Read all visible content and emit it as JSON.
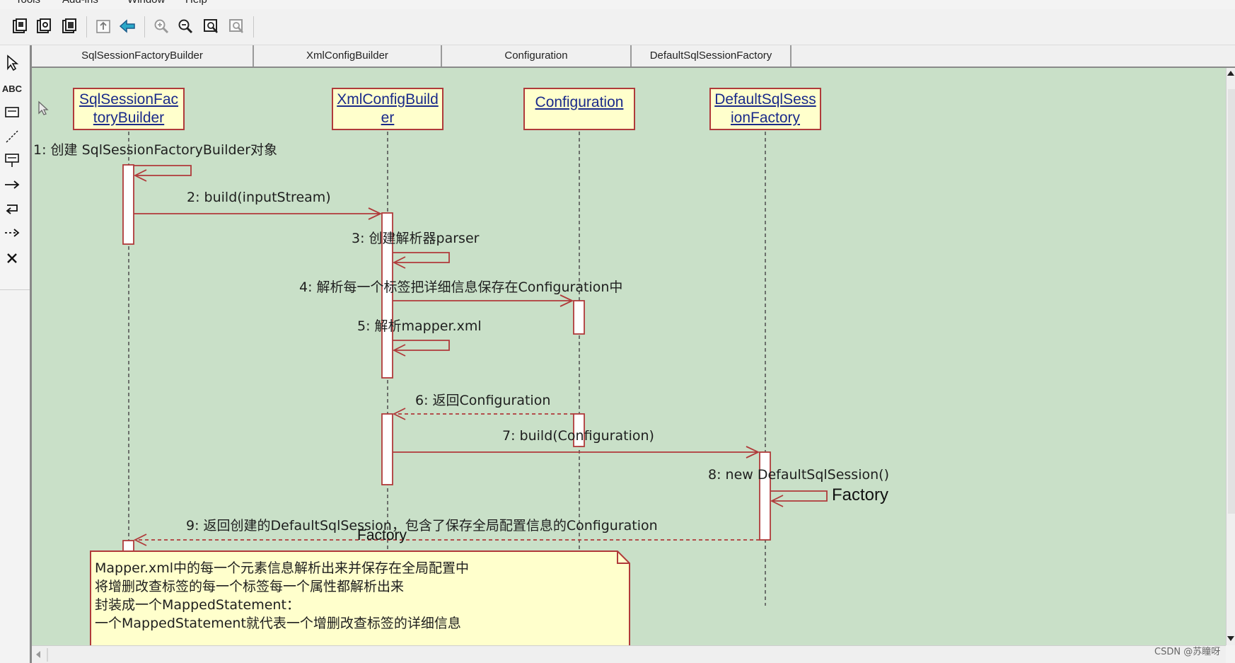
{
  "menubar": {
    "items": [
      "Tools",
      "Add-ins",
      "Window",
      "Help"
    ]
  },
  "toolbar": {
    "buttons": [
      {
        "name": "copy-diagram-icon"
      },
      {
        "name": "copy-bitmap-icon"
      },
      {
        "name": "copy-metafile-icon"
      },
      {
        "name": "fit-window-icon"
      },
      {
        "name": "back-arrow-icon"
      },
      {
        "name": "zoom-in-icon"
      },
      {
        "name": "zoom-out-icon"
      },
      {
        "name": "zoom-fit-icon"
      },
      {
        "name": "zoom-selection-icon"
      }
    ]
  },
  "palette": {
    "tools": [
      {
        "name": "select-arrow-icon"
      },
      {
        "name": "text-tool-icon",
        "text": "ABC"
      },
      {
        "name": "note-tool-icon"
      },
      {
        "name": "anchor-note-icon"
      },
      {
        "name": "object-tool-icon"
      },
      {
        "name": "message-tool-icon"
      },
      {
        "name": "self-message-icon"
      },
      {
        "name": "return-message-icon"
      },
      {
        "name": "delete-tool-icon"
      }
    ]
  },
  "columns": [
    "SqlSessionFactoryBuilder",
    "XmlConfigBuilder",
    "Configuration",
    "DefaultSqlSessionFactory"
  ],
  "objects": [
    {
      "line1": "SqlSessionFac",
      "line2": "toryBuilder"
    },
    {
      "line1": "XmlConfigBuild",
      "line2": "er"
    },
    {
      "line1": "Configuration",
      "line2": ""
    },
    {
      "line1": "DefaultSqlSess",
      "line2": "ionFactory"
    }
  ],
  "messages": [
    "1: 创建 SqlSessionFactoryBuilder对象",
    "2: build(inputStream)",
    "3: 创建解析器parser",
    "4: 解析每一个标签把详细信息保存在Configuration中",
    "5: 解析mapper.xml",
    "6: 返回Configuration",
    "7: build(Configuration)",
    "8: new DefaultSqlSession()",
    "9: 返回创建的DefaultSqlSession，包含了保存全局配置信息的Configuration"
  ],
  "overlay_labels": [
    "Factory",
    "Factory"
  ],
  "note": {
    "lines": [
      "Mapper.xml中的每一个元素信息解析出来并保存在全局配置中",
      "将增删改查标签的每一个标签每一个属性都解析出来",
      "封装成一个MappedStatement：",
      "一个MappedStatement就代表一个增删改查标签的详细信息"
    ]
  },
  "watermark": "CSDN @苏瞳呀",
  "colors": {
    "canvas": "#c9e0c8",
    "box_fill": "#ffffcc",
    "line_red": "#b03a3a",
    "lifeline": "#555555"
  }
}
